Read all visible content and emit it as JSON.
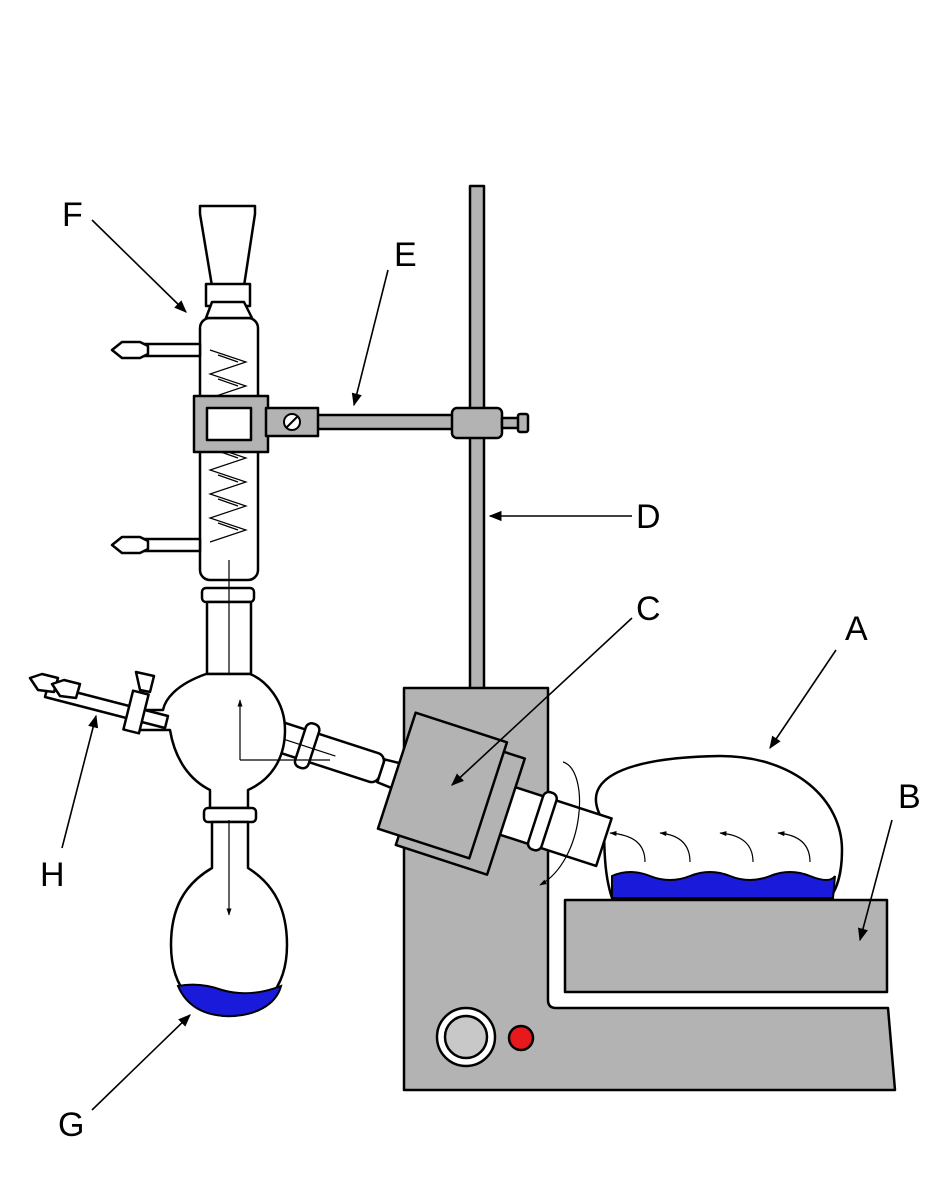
{
  "labels": {
    "A": "A",
    "B": "B",
    "C": "C",
    "D": "D",
    "E": "E",
    "F": "F",
    "G": "G",
    "H": "H"
  },
  "colors": {
    "liquid": "#1a1adb",
    "body_grey": "#b3b3b3",
    "indicator_red": "#e8191c",
    "outline": "#000000",
    "glass": "#ffffff"
  }
}
